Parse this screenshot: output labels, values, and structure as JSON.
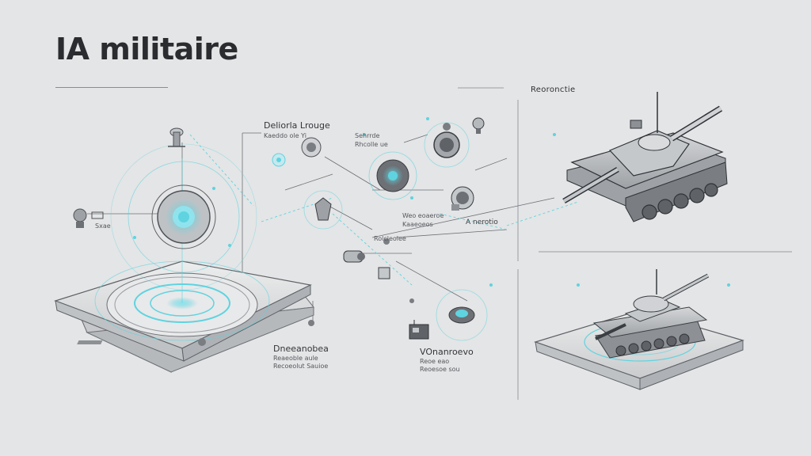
{
  "title": "IA militaire",
  "labels": {
    "top_right_header": "Reoronctie",
    "center_top": "Deliorla Lrouge",
    "center_top_sub": "Kaeddo ole Yi",
    "node_a_1": "Sehrrde",
    "node_a_2": "Rhcolle ue",
    "right_mid": "A nerotio",
    "mid_cluster": "Weo eoaeroe",
    "mid_cluster_2": "Kaaeoeos",
    "lower_mid": "Rolcleolee",
    "bottom_left_title": "Dneeanobea",
    "bottom_left_sub1": "Reaeoble aule",
    "bottom_left_sub2": "Recoeolut Sauioe",
    "bottom_mid_title": "VOnanroevo",
    "bottom_mid_sub1": "Reoe eao",
    "bottom_mid_sub2": "Reoesoe sou",
    "left_tag": "Sxae"
  },
  "colors": {
    "background": "#e4e5e6",
    "line": "#6d7075",
    "accent_cyan": "#5fd3e0",
    "dark": "#2a2c2f"
  }
}
